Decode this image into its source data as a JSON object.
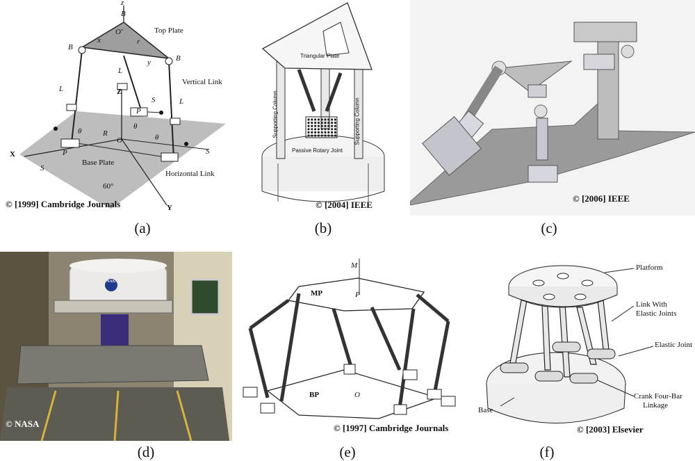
{
  "panels": {
    "a": {
      "caption": "(a)",
      "copyright": "© [1999] Cambridge Journals",
      "labels": {
        "top_plate": "Top Plate",
        "vertical_link": "Vertical Link",
        "base_plate": "Base Plate",
        "horizontal_link": "Horizontal Link",
        "angle": "60°",
        "z": "z",
        "b3": "B",
        "o_prime": "O'",
        "x": "x",
        "y": "y",
        "r": "r",
        "b1": "B",
        "b2": "B",
        "l3": "L",
        "l1": "L",
        "l2": "L",
        "z_upper": "Z",
        "s3": "S",
        "p3": "P",
        "theta3": "θ",
        "theta1": "θ",
        "theta2": "θ",
        "R": "R",
        "O": "O",
        "X": "X",
        "Y": "Y",
        "p1": "P",
        "s1": "S",
        "s2": "S"
      }
    },
    "b": {
      "caption": "(b)",
      "copyright": "© [2004] IEEE",
      "labels": {
        "triangular_plate": "Triangular Plate",
        "supporting_column_left": "Supporting Column",
        "supporting_column_right": "Supporting Column",
        "passive_rotary_joint": "Passive Rotary Joint"
      }
    },
    "c": {
      "caption": "(c)",
      "copyright": "© [2006] IEEE"
    },
    "d": {
      "caption": "(d)",
      "copyright": "© NASA",
      "logo": "NASA"
    },
    "e": {
      "caption": "(e)",
      "copyright": "© [1997] Cambridge Journals",
      "labels": {
        "mp": "MP",
        "bp": "BP",
        "m": "M",
        "p": "P",
        "o": "O"
      }
    },
    "f": {
      "caption": "(f)",
      "copyright": "© [2003] Elsevier",
      "labels": {
        "platform": "Platform",
        "link_elastic": "Link With",
        "link_elastic_2": "Elastic Joints",
        "elastic_joint": "Elastic Joint",
        "crank": "Crank Four-Bar",
        "crank_2": "Linkage",
        "base": "Base"
      }
    }
  }
}
